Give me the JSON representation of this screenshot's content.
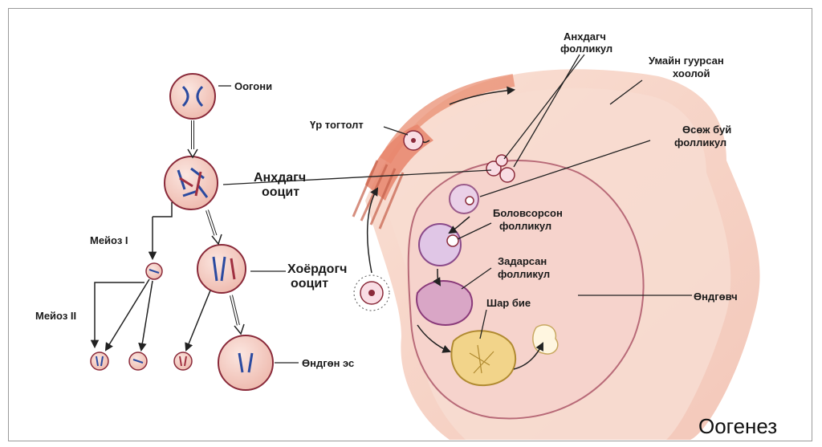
{
  "caption": "Оогенез",
  "labels": {
    "oogonia": "Оогони",
    "primary_oocyte_line1": "Анхдагч",
    "primary_oocyte_line2": "ооцит",
    "meiosis1": "Мейоз I",
    "meiosis2": "Мейоз II",
    "secondary_oocyte_line1": "Хоёрдогч",
    "secondary_oocyte_line2": "ооцит",
    "ovum": "Өндгөн эс",
    "fertilization": "Үр тогтолт",
    "primordial_follicle_line1": "Анхдагч",
    "primordial_follicle_line2": "фолликул",
    "fallopian_tube_line1": "Умайн гуурсан",
    "fallopian_tube_line2": "хоолой",
    "growing_follicle_line1": "Өсөж буй",
    "growing_follicle_line2": "фолликул",
    "mature_follicle_line1": "Боловсорсон",
    "mature_follicle_line2": "фолликул",
    "ruptured_follicle_line1": "Задарсан",
    "ruptured_follicle_line2": "фолликул",
    "corpus_luteum": "Шар бие",
    "ovary": "Өндгөвч"
  },
  "colors": {
    "cell_fill": "#f3cfc6",
    "cell_stroke": "#8a2a3a",
    "chromosome_blue": "#2a4aa0",
    "chromosome_red": "#a03040",
    "tube_outer": "#f2b49a",
    "tube_inner": "#e88d72",
    "ovary_fill": "#f6d3cc",
    "corpus_luteum": "#f2d48a"
  }
}
